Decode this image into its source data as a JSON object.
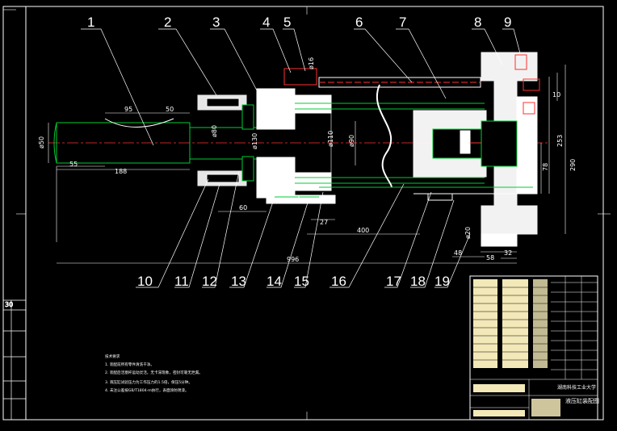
{
  "drawing": {
    "part_numbers": [
      "1",
      "2",
      "3",
      "4",
      "5",
      "6",
      "7",
      "8",
      "9",
      "10",
      "11",
      "12",
      "13",
      "14",
      "15",
      "16",
      "17",
      "18",
      "19"
    ],
    "dimensions": {
      "d_rod": "ø50",
      "len_55": "55",
      "len_188": "188",
      "len_95": "95",
      "len_50": "50",
      "d_flange": "ø80",
      "d_mid": "ø130",
      "d_bore": "ø90",
      "d_body": "ø110",
      "len_60": "60",
      "len_27": "27",
      "len_400": "400",
      "len_996": "996",
      "len_48": "48",
      "len_58": "58",
      "len_32": "32",
      "len_78": "78",
      "len_290": "290",
      "len_253": "253",
      "len_10": "10",
      "d_16": "ø16",
      "d_20": "ø20"
    },
    "notes": {
      "heading": "技术要求",
      "line1": "1. 装配前所有零件清洗干净。",
      "line2": "2. 装配后活塞杆运动灵活，无卡滞现象，密封可靠无泄漏。",
      "line3": "3. 液压缸试验压力为工作压力的1.5倍，保压5分钟。",
      "line4": "4. 未注公差按GB/T1804-m执行，表面涂防锈漆。"
    },
    "title_block": {
      "school": "湖南科技工业大学",
      "title": "液压缸装配图"
    },
    "colors": {
      "outline": "#ffffff",
      "part": "#00cc33",
      "dimension": "#ffffff",
      "centerline": "#ff3030",
      "section_hatch": "#ffffff",
      "detail": "#ffff40",
      "title_block_fill": "#f2e8b8"
    }
  }
}
